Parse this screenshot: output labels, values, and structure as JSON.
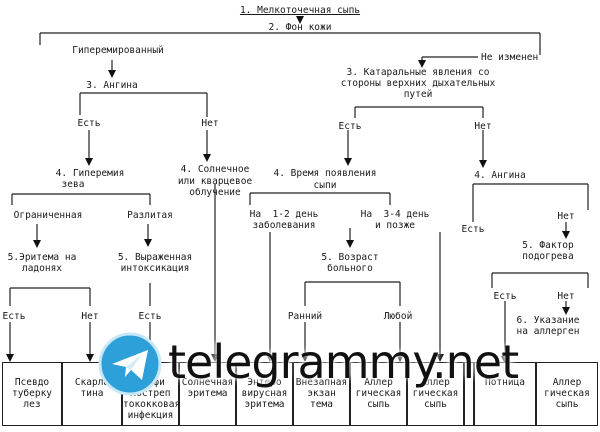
{
  "title": "1. Мелкоточечная сыпь",
  "nodes": {
    "n2": "2. Фон кожи",
    "hyper": "Гиперемированный",
    "unchanged": "Не изменен",
    "n3a": "3. Ангина",
    "n3b_1": "3. Катаральные явления со",
    "n3b_2": "стороны верхних дыхательных",
    "n3b_3": "путей",
    "yes1": "Есть",
    "no1": "Нет",
    "yes2": "Есть",
    "no2": "Нет",
    "n4a_1": "4. Гиперемия",
    "n4a_2": "зева",
    "n4b_1": "4. Солнечное",
    "n4b_2": "или кварцевое",
    "n4b_3": "облучение",
    "n4c_1": "4. Время появления",
    "n4c_2": "сыпи",
    "n4d": "4. Ангина",
    "limited": "Ограниченная",
    "diffuse": "Разлитая",
    "day12_1": "На  1-2 день",
    "day12_2": "заболевания",
    "day34_1": "На  3-4 день",
    "day34_2": "и позже",
    "yes3": "Есть",
    "no3": "Нет",
    "n5a_1": "5.Эритема на",
    "n5a_2": "ладонях",
    "n5b_1": "5. Выраженная",
    "n5b_2": "интоксикация",
    "n5c_1": "5. Возраст",
    "n5c_2": "больного",
    "n5d_1": "5. Фактор",
    "n5d_2": "подогрева",
    "yes4": "Есть",
    "no4": "Нет",
    "yes5": "Есть",
    "early": "Ранний",
    "any": "Любой",
    "yes6": "Есть",
    "no6": "Нет",
    "n6_1": "6. Указание",
    "n6_2": "на аллерген"
  },
  "boxes": [
    "Псевдо\nтуберку\nлез",
    "Скарла\nтина",
    "Стафи\nлостреп\nтококковая\nинфекция",
    "Солнечная\nэритема",
    "Энтеро\nвирусная\nэритема",
    "Внезапная\nэкзан\nтема",
    "Аллер\nгическая\nсыпь",
    "Аллер\nгическая\nсыпь",
    "",
    "Потница",
    "Аллер\nгическая\nсыпь"
  ],
  "watermark": {
    "text": "telegrammy.net",
    "icon": "telegram-paper-plane-icon",
    "color": "#2d9fd9"
  }
}
